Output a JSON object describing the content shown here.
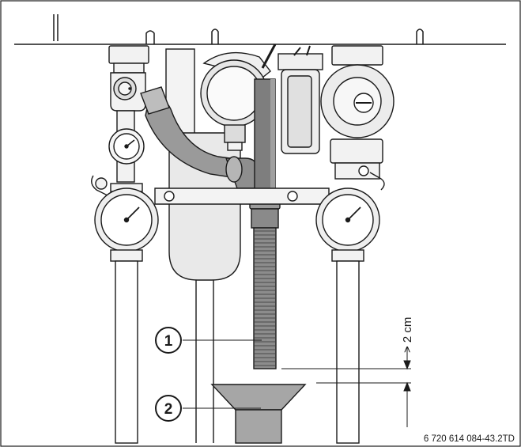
{
  "callouts": [
    {
      "number": "1",
      "target": "drain-hose"
    },
    {
      "number": "2",
      "target": "drain-funnel"
    }
  ],
  "dimension": {
    "label": "> 2 cm"
  },
  "reference_code": "6 720 614 084-43.2TD",
  "colors": {
    "outline": "#1a1a1a",
    "metal": "#e8e8e8",
    "hose": "#8c8c8c",
    "funnel": "#a6a6a6",
    "shadow": "#c8c8c8"
  }
}
